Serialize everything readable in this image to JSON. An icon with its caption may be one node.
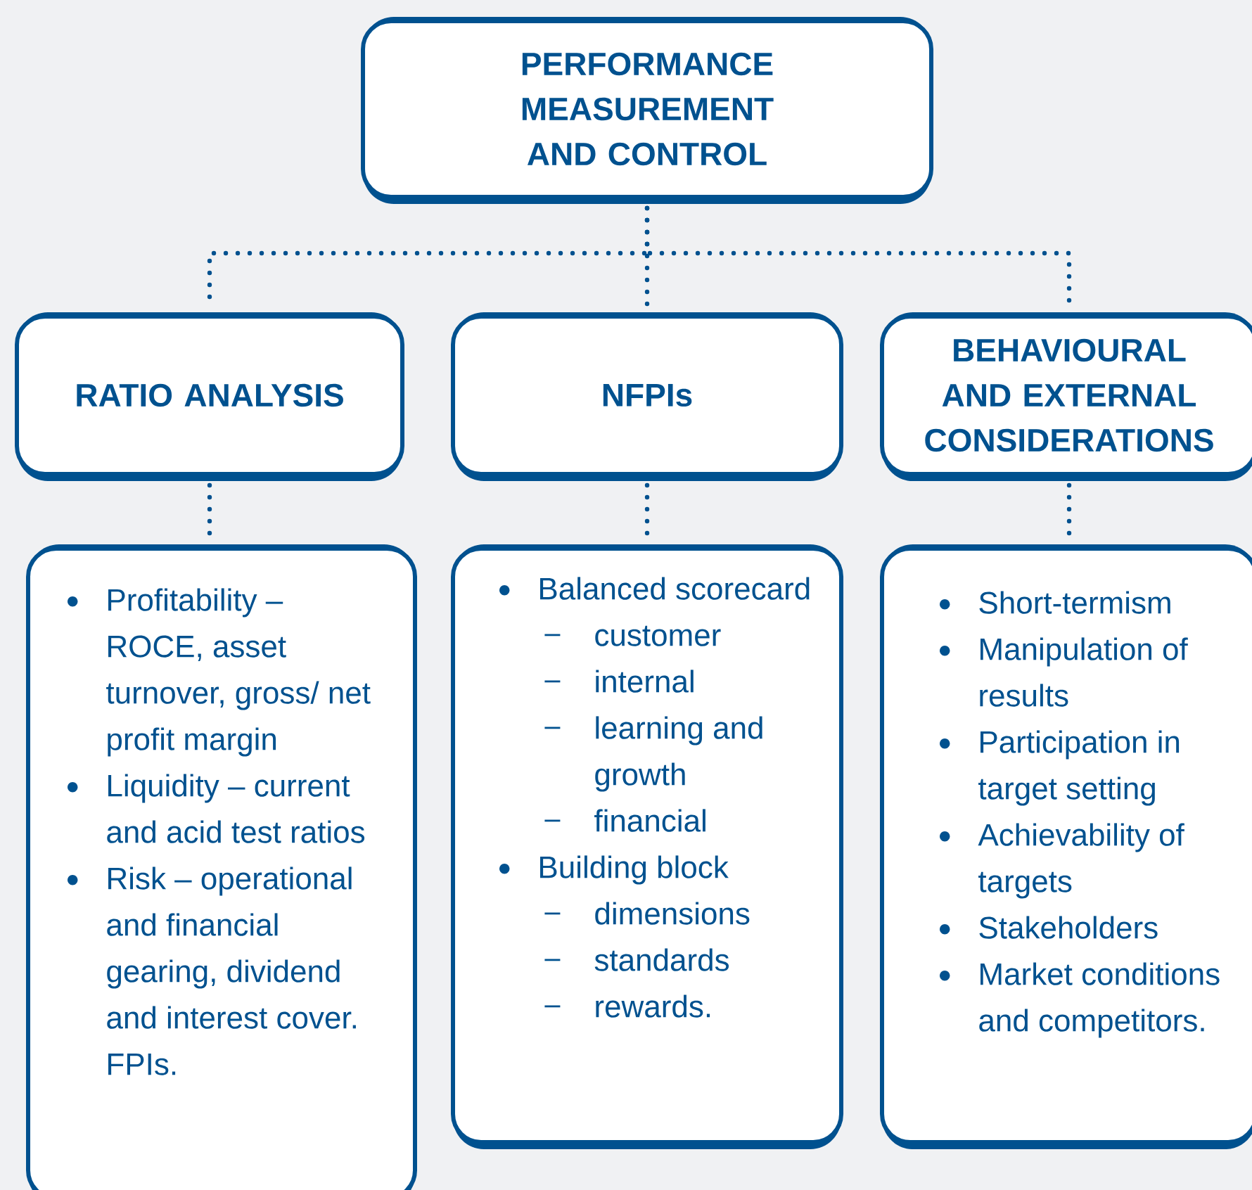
{
  "diagram": {
    "nodes": [
      {
        "text": [
          "PERFORMANCE MEASUREMENT AND CONTROL"
        ]
      },
      {
        "text": [
          "RATIO ANALYSIS"
        ]
      },
      {
        "text": [
          "NFPIs"
        ]
      },
      {
        "text": [
          "BEHAVIOURAL AND EXTERNAL CONSIDERATIONS"
        ]
      },
      {
        "text": [
          "Profitability – ROCE, asset turnover, gross/ net profit margin",
          "Liquidity – current and acid test ratios",
          "Risk – operational and financial gearing, dividend and interest cover. FPIs."
        ]
      },
      {
        "text": [
          "Balanced scorecard",
          "customer",
          "internal",
          "learning and growth",
          "financial",
          "Building block",
          "dimensions",
          "standards",
          "rewards."
        ]
      },
      {
        "text": [
          "Short-termism",
          "Manipulation of results",
          "Participation in target setting",
          "Achievability of targets",
          "Stakeholders",
          "Market conditions and competitors."
        ]
      }
    ],
    "edges": [
      {
        "from": 0,
        "to": 1,
        "arrow": "none"
      },
      {
        "from": 0,
        "to": 2,
        "arrow": "none"
      },
      {
        "from": 0,
        "to": 3,
        "arrow": "none"
      },
      {
        "from": 1,
        "to": 4,
        "arrow": "none"
      },
      {
        "from": 2,
        "to": 5,
        "arrow": "none"
      },
      {
        "from": 3,
        "to": 6,
        "arrow": "none"
      }
    ]
  }
}
